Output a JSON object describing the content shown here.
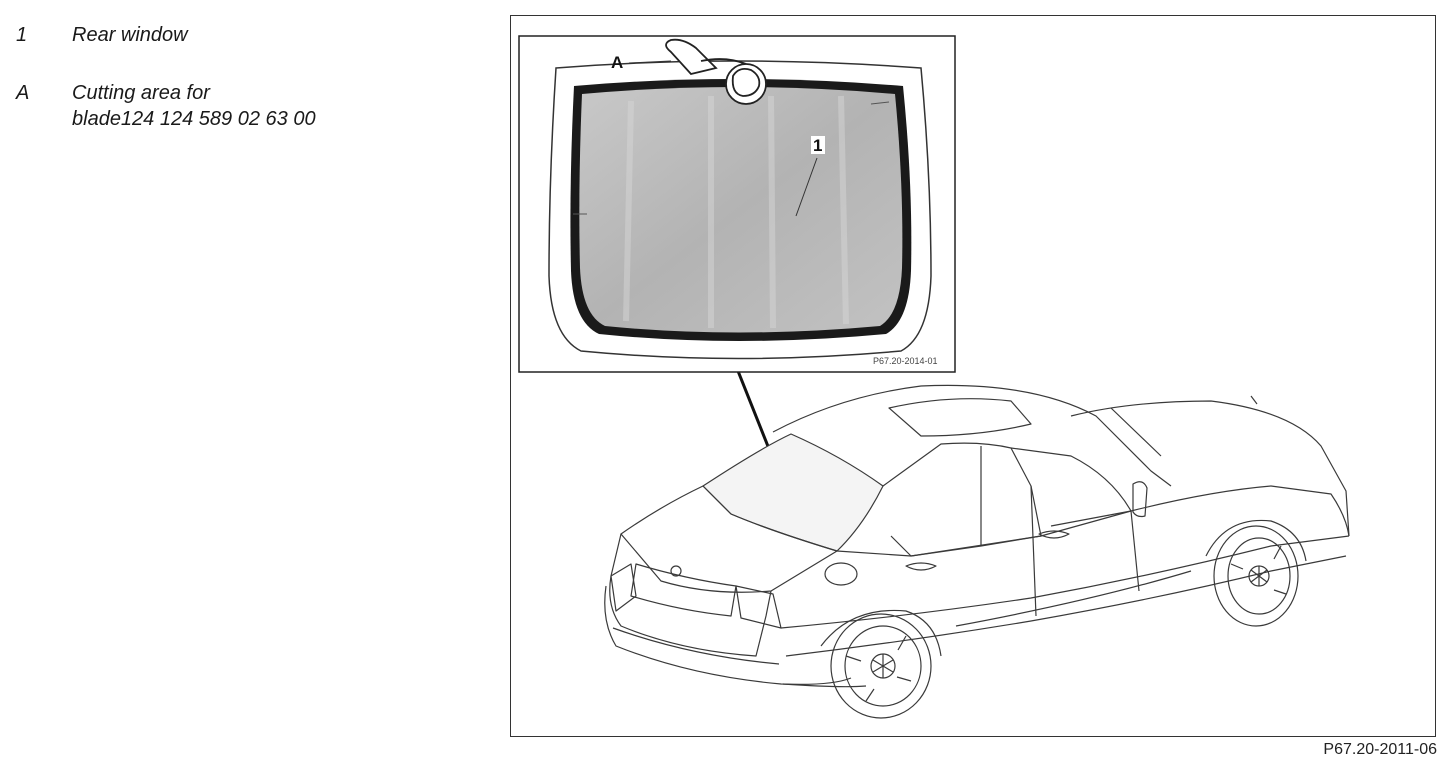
{
  "legend": {
    "items": [
      {
        "key": "1",
        "text": "Rear window"
      },
      {
        "key": "A",
        "text_line1": "Cutting area for",
        "text_line2": "blade124 124 589 02 63 00"
      }
    ]
  },
  "figure": {
    "code": "P67.20-2011-06",
    "inset": {
      "code": "P67.20-2014-01",
      "label_glass": "1",
      "label_cut": "A"
    }
  },
  "colors": {
    "glass": "#b9b9b9",
    "seal": "#1a1a1a",
    "line": "#333333"
  },
  "icons": {
    "cutting_tool": "blade-tool-icon",
    "car": "sedan-rear-view-drawing"
  }
}
